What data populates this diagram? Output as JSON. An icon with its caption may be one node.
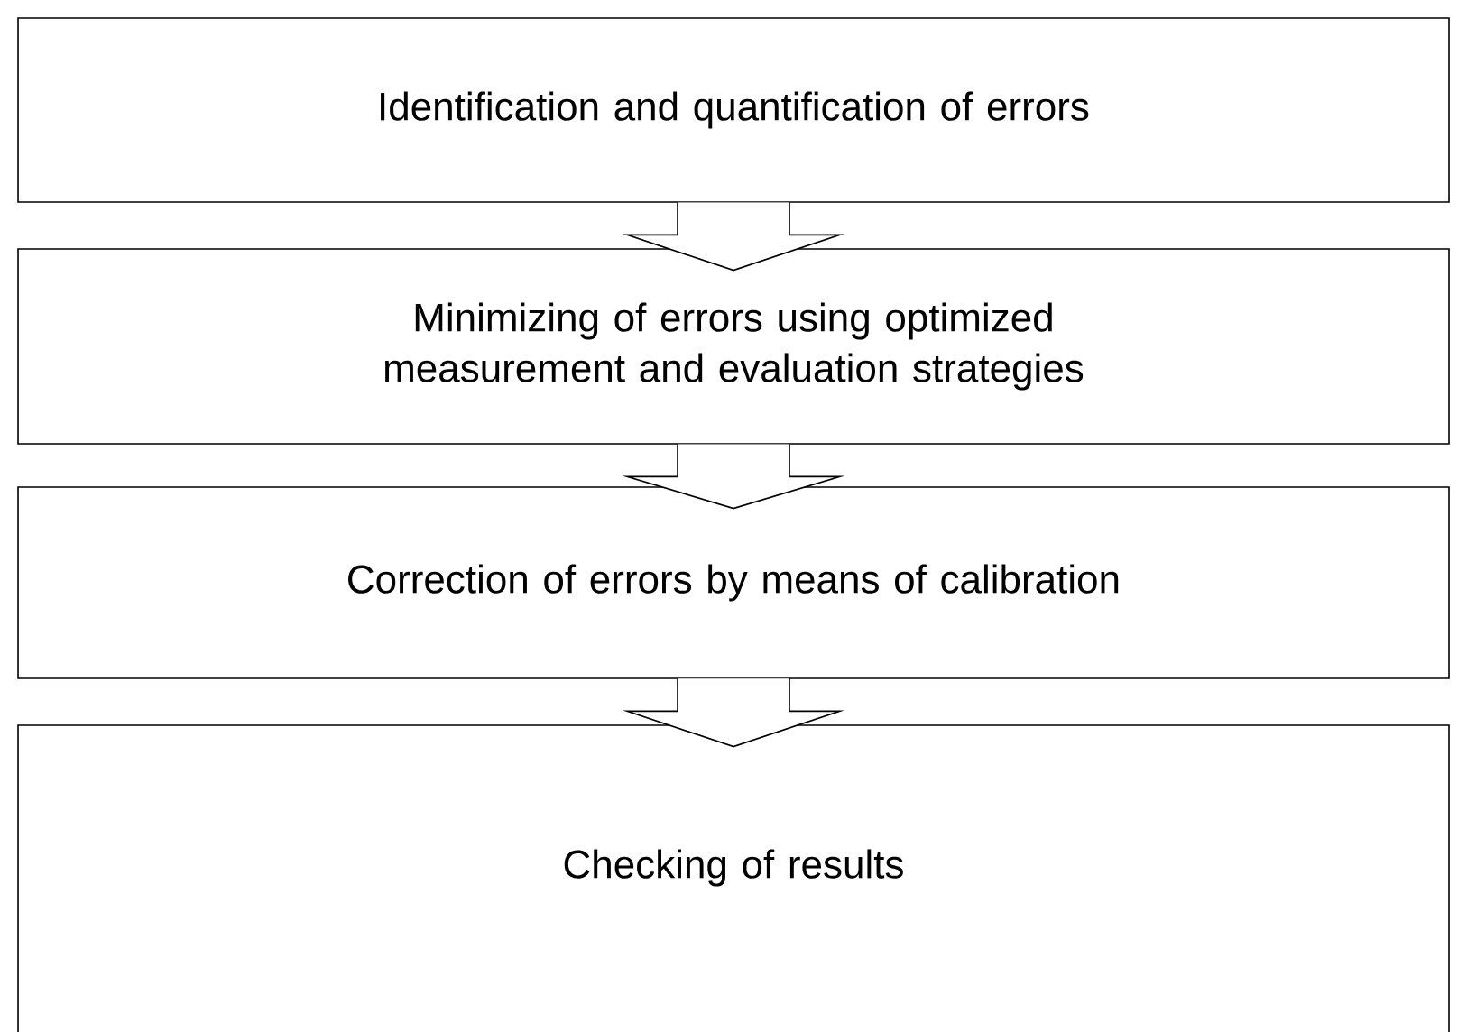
{
  "diagram": {
    "nodes": [
      {
        "text": [
          "Identification and quantification of errors"
        ]
      },
      {
        "text": [
          "Minimizing of errors using optimized measurement and evaluation strategies"
        ]
      },
      {
        "text": [
          "Correction of errors by means of calibration"
        ]
      },
      {
        "text": [
          "Checking of results"
        ]
      }
    ],
    "edges": [
      {
        "from": 0,
        "to": 1,
        "arrow": "to"
      },
      {
        "from": 1,
        "to": 2,
        "arrow": "to"
      },
      {
        "from": 2,
        "to": 3,
        "arrow": "to"
      }
    ]
  }
}
